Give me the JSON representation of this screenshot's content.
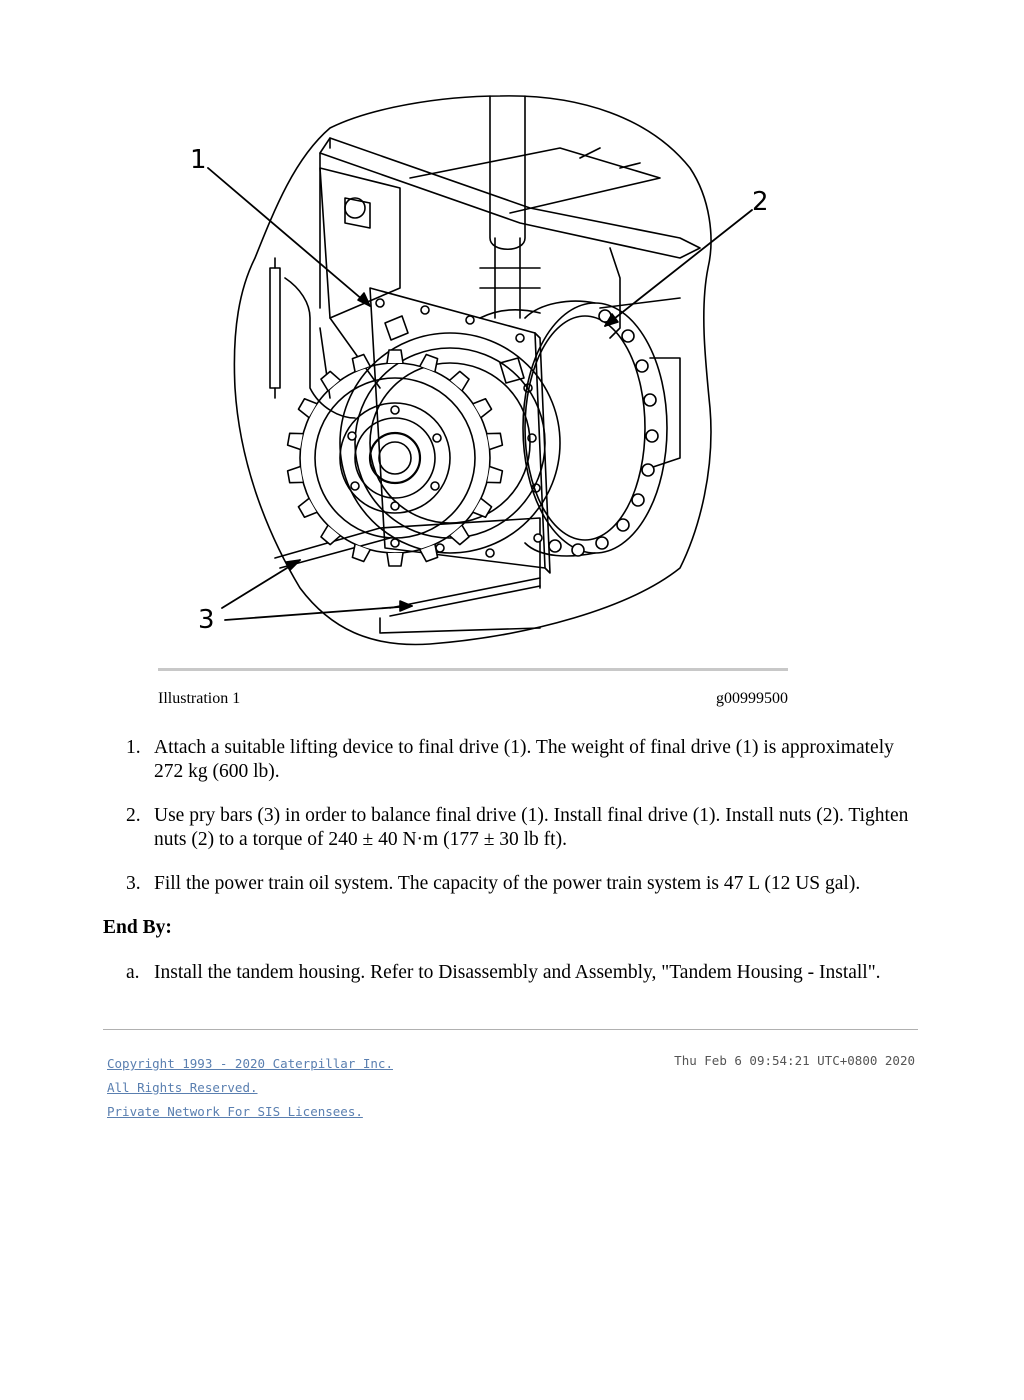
{
  "illustration": {
    "callouts": [
      "1",
      "2",
      "3"
    ],
    "caption_left": "Illustration 1",
    "caption_right": "g00999500"
  },
  "steps": [
    {
      "marker": "1.",
      "text": "Attach a suitable lifting device to final drive (1). The weight of final drive (1) is approximately 272 kg (600 lb)."
    },
    {
      "marker": "2.",
      "text": "Use pry bars (3) in order to balance final drive (1). Install final drive (1). Install nuts (2). Tighten nuts (2) to a torque of 240 ± 40 N·m (177 ± 30 lb ft)."
    },
    {
      "marker": "3.",
      "text": "Fill the power train oil system. The capacity of the power train system is 47 L (12 US gal)."
    }
  ],
  "end_by": {
    "heading": "End By:",
    "items": [
      {
        "marker": "a.",
        "text": "Install the tandem housing. Refer to Disassembly and Assembly, \"Tandem Housing - Install\"."
      }
    ]
  },
  "footer": {
    "copyright": "Copyright 1993 - 2020 Caterpillar Inc.",
    "rights": "All Rights Reserved.",
    "network": "Private Network For SIS Licensees.",
    "timestamp": "Thu Feb 6 09:54:21 UTC+0800 2020",
    "link_color": "#5a7fb0"
  }
}
